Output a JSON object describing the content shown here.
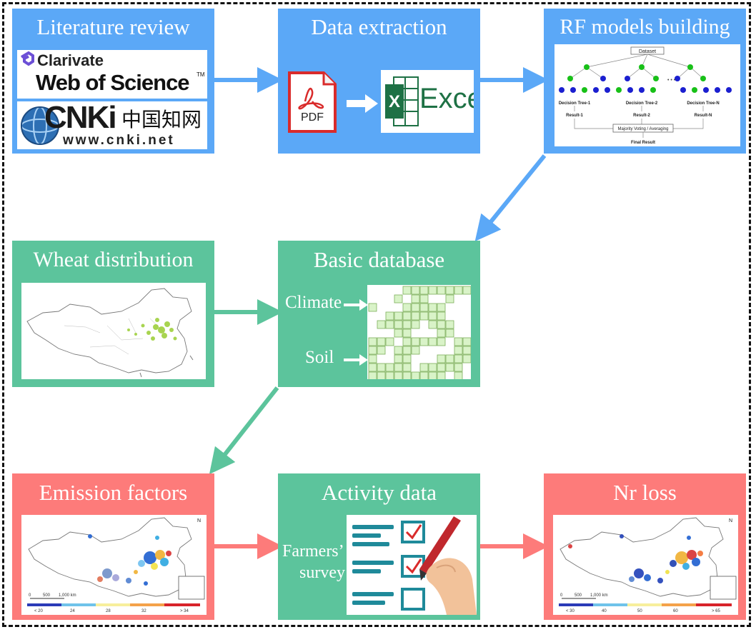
{
  "boxes": {
    "literature": {
      "title": "Literature review",
      "wos_brand": "Clarivate",
      "wos_name": "Web of Science",
      "wos_tm": "TM",
      "cnki_logo": "CNKi",
      "cnki_cn": "中国知网",
      "cnki_url": "www.cnki.net"
    },
    "extraction": {
      "title": "Data extraction",
      "pdf_label": "PDF",
      "excel_label": "Excel"
    },
    "rf": {
      "title": "RF models building",
      "root": "Dataset",
      "tree1": "Decision Tree-1",
      "tree2": "Decision Tree-2",
      "treeN": "Decision Tree-N",
      "res1": "Result-1",
      "res2": "Result-2",
      "resN": "Result-N",
      "vote": "Majority Voting / Averaging",
      "final": "Final Result",
      "ellipsis": "• • •"
    },
    "wheat": {
      "title": "Wheat distribution"
    },
    "basic": {
      "title": "Basic database",
      "climate": "Climate",
      "soil": "Soil"
    },
    "emission": {
      "title": "Emission factors",
      "scale": [
        "0",
        "500",
        "1,000 km"
      ],
      "legend": [
        "< 20",
        "24",
        "28",
        "32",
        "> 34"
      ],
      "north": "N"
    },
    "activity": {
      "title": "Activity data",
      "survey_line1": "Farmers’",
      "survey_line2": "survey"
    },
    "nrloss": {
      "title": "Nr loss",
      "scale": [
        "0",
        "500",
        "1,000 km"
      ],
      "legend": [
        "< 30",
        "40",
        "50",
        "60",
        "> 65"
      ],
      "north": "N"
    }
  },
  "colors": {
    "blue": "#5ba8f7",
    "green": "#5cc49c",
    "red": "#fd7b7a"
  },
  "icons": [
    "pdf-icon",
    "excel-icon",
    "checklist-icon",
    "pencil-icon",
    "arrow-icon"
  ]
}
